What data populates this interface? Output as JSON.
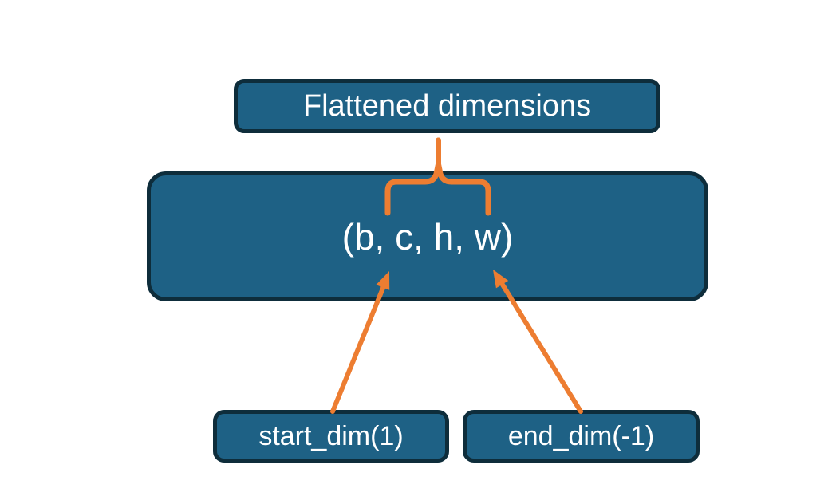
{
  "colors": {
    "background": "#ffffff",
    "box_fill": "#1e6185",
    "box_border": "#0e2d3b",
    "accent_orange": "#ed7d31",
    "text": "#ffffff"
  },
  "diagram": {
    "flattened_label": "Flattened dimensions",
    "tensor_label": "(b, c, h, w)",
    "start_dim_label": "start_dim(1)",
    "end_dim_label": "end_dim(-1)"
  }
}
